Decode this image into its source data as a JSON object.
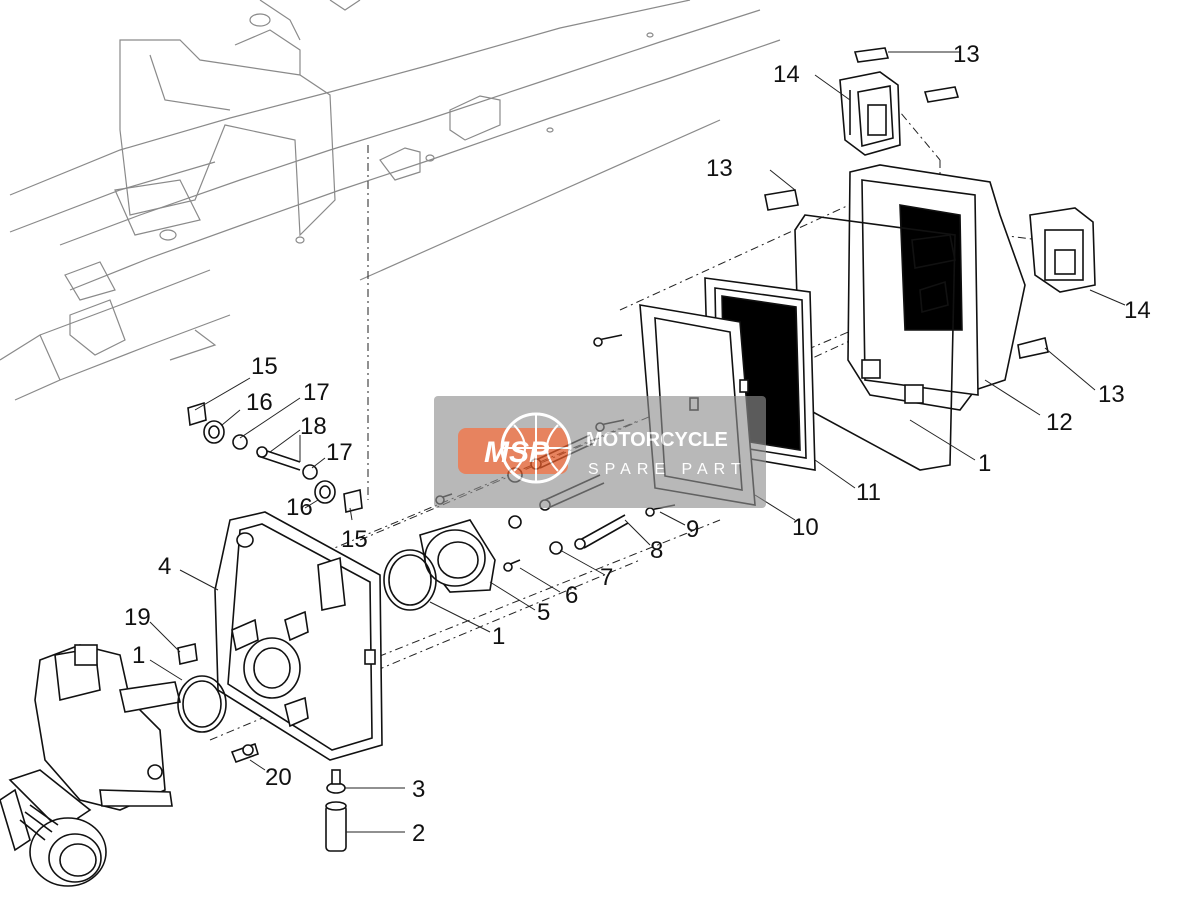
{
  "watermark": {
    "logo_text": "MSP",
    "brand_text": "MOTORCYCLE",
    "sub_text": "SPARE PART",
    "panel_color": "#8f8f8f",
    "logo_color": "#e05a2a"
  },
  "callouts": [
    {
      "id": "c13a",
      "label": "13"
    },
    {
      "id": "c14a",
      "label": "14"
    },
    {
      "id": "c13b",
      "label": "13"
    },
    {
      "id": "c14b",
      "label": "14"
    },
    {
      "id": "c13c",
      "label": "13"
    },
    {
      "id": "c12",
      "label": "12"
    },
    {
      "id": "c1a",
      "label": "1"
    },
    {
      "id": "c11",
      "label": "11"
    },
    {
      "id": "c10",
      "label": "10"
    },
    {
      "id": "c9",
      "label": "9"
    },
    {
      "id": "c8",
      "label": "8"
    },
    {
      "id": "c7",
      "label": "7"
    },
    {
      "id": "c6",
      "label": "6"
    },
    {
      "id": "c5",
      "label": "5"
    },
    {
      "id": "c1b",
      "label": "1"
    },
    {
      "id": "c15a",
      "label": "15"
    },
    {
      "id": "c16a",
      "label": "16"
    },
    {
      "id": "c17a",
      "label": "17"
    },
    {
      "id": "c18",
      "label": "18"
    },
    {
      "id": "c17b",
      "label": "17"
    },
    {
      "id": "c16b",
      "label": "16"
    },
    {
      "id": "c15b",
      "label": "15"
    },
    {
      "id": "c4",
      "label": "4"
    },
    {
      "id": "c19",
      "label": "19"
    },
    {
      "id": "c1c",
      "label": "1"
    },
    {
      "id": "c20",
      "label": "20"
    },
    {
      "id": "c3",
      "label": "3"
    },
    {
      "id": "c2",
      "label": "2"
    }
  ]
}
